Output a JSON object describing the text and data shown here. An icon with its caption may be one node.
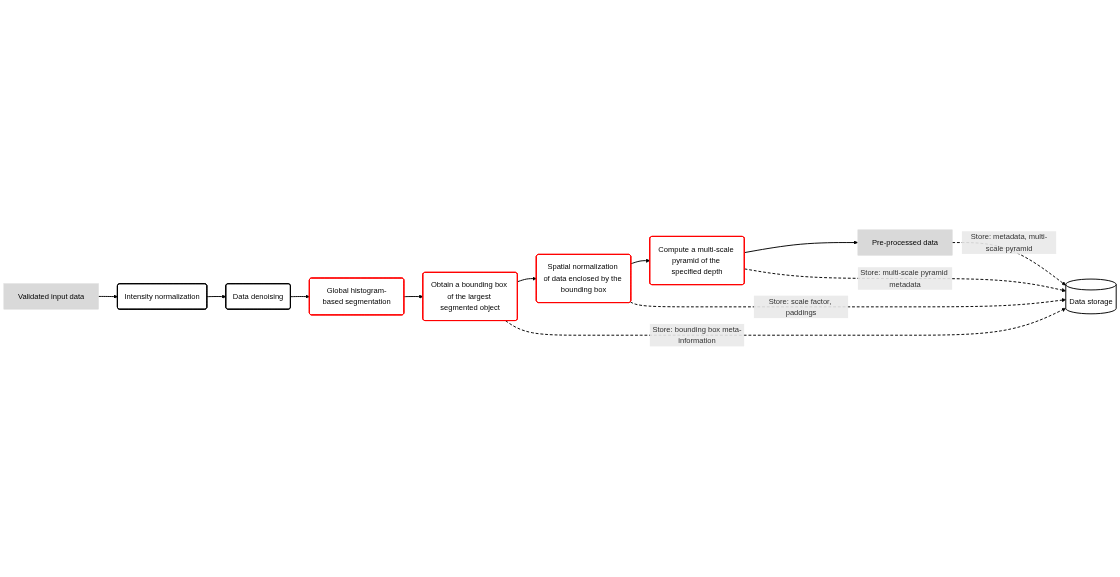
{
  "diagram": {
    "nodes": [
      {
        "text": [
          "Validated input data"
        ]
      },
      {
        "text": [
          "Intensity normalization"
        ]
      },
      {
        "text": [
          "Data denoising"
        ]
      },
      {
        "text": [
          "Global histogram-based segmentation"
        ]
      },
      {
        "text": [
          "Obtain a bounding box of the largest segmented object"
        ]
      },
      {
        "text": [
          "Spatial normalization of data enclosed by the bounding box"
        ]
      },
      {
        "text": [
          "Compute a multi-scale pyramid of the specified depth"
        ]
      },
      {
        "text": [
          "Pre-processed data"
        ]
      },
      {
        "text": [
          "Data storage"
        ]
      }
    ],
    "edges": [
      {
        "from": 0,
        "to": 1,
        "arrow": "to"
      },
      {
        "from": 1,
        "to": 2,
        "arrow": "to"
      },
      {
        "from": 2,
        "to": 3,
        "arrow": "to"
      },
      {
        "from": 3,
        "to": 4,
        "arrow": "to"
      },
      {
        "from": 4,
        "to": 5,
        "arrow": "to"
      },
      {
        "from": 5,
        "to": 6,
        "arrow": "to"
      },
      {
        "from": 6,
        "to": 7,
        "arrow": "to"
      },
      {
        "from": 6,
        "to": 8,
        "arrow": "to",
        "label": "Store: multi-scale pyramid metadata",
        "style": "dashed"
      },
      {
        "from": 5,
        "to": 8,
        "arrow": "to",
        "label": "Store: scale factor, paddings",
        "style": "dashed"
      },
      {
        "from": 4,
        "to": 8,
        "arrow": "to",
        "label": "Store: bounding box meta-information",
        "style": "dashed"
      },
      {
        "from": 7,
        "to": 8,
        "arrow": "to",
        "label": "Store: metadata, multi-scale pyramid",
        "style": "dashed"
      }
    ]
  }
}
